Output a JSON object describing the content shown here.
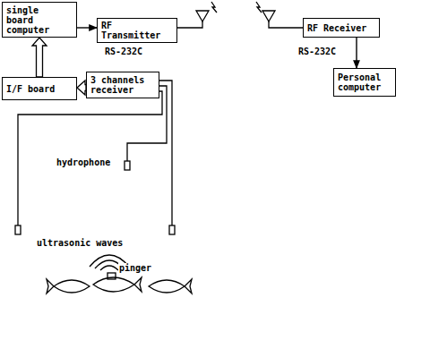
{
  "diagram": {
    "nodes": [
      {
        "text": [
          "single board computer"
        ]
      },
      {
        "text": [
          "RF Transmitter"
        ]
      },
      {
        "text": [
          "I/F board"
        ]
      },
      {
        "text": [
          "3 channels receiver"
        ]
      },
      {
        "text": [
          "RF Receiver"
        ]
      },
      {
        "text": [
          "Personal computer"
        ]
      }
    ],
    "edges": [
      {
        "from": 0,
        "to": 1,
        "arrow": "to"
      },
      {
        "from": 2,
        "to": 0,
        "arrow": "to"
      },
      {
        "from": 3,
        "to": 2,
        "arrow": "to"
      },
      {
        "from": 4,
        "to": 5,
        "arrow": "to"
      }
    ],
    "labels": [
      "RS-232C",
      "RS-232C",
      "hydrophone",
      "ultrasonic waves",
      "pinger"
    ]
  }
}
